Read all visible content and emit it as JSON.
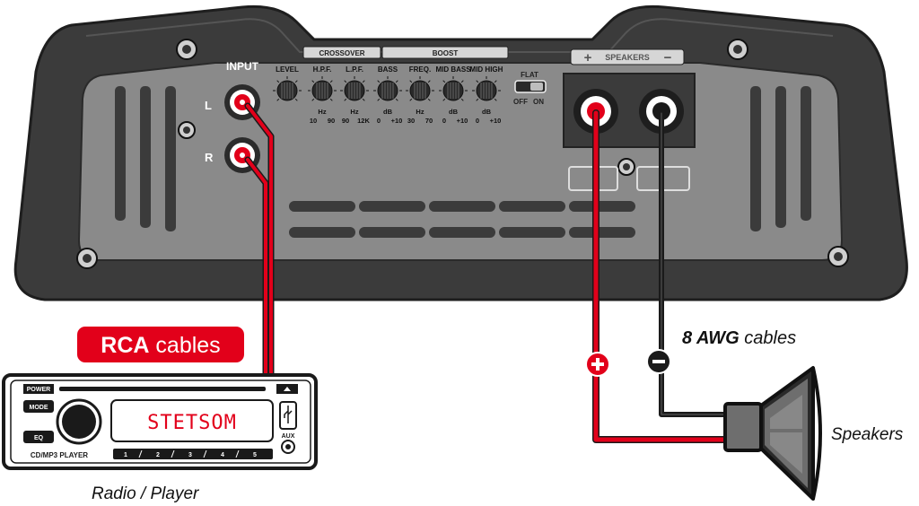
{
  "amplifier": {
    "input_label": "INPUT",
    "channel_left": "L",
    "channel_right": "R",
    "crossover_label": "CROSSOVER",
    "boost_label": "BOOST",
    "knobs": [
      {
        "label": "LEVEL",
        "sub": "",
        "range": [
          "",
          ""
        ]
      },
      {
        "label": "H.P.F.",
        "sub": "Hz",
        "range": [
          "10",
          "90"
        ]
      },
      {
        "label": "L.P.F.",
        "sub": "Hz",
        "range": [
          "90",
          "12K"
        ]
      },
      {
        "label": "BASS",
        "sub": "dB",
        "range": [
          "0",
          "+10"
        ]
      },
      {
        "label": "FREQ.",
        "sub": "Hz",
        "range": [
          "30",
          "70"
        ]
      },
      {
        "label": "MID BASS",
        "sub": "dB",
        "range": [
          "0",
          "+10"
        ]
      },
      {
        "label": "MID HIGH",
        "sub": "dB",
        "range": [
          "0",
          "+10"
        ]
      }
    ],
    "flat_label": "FLAT",
    "flat_off": "OFF",
    "flat_on": "ON",
    "speakers_label": "SPEAKERS",
    "plus_sign": "+",
    "minus_sign": "−"
  },
  "callouts": {
    "rca": {
      "bold": "RCA",
      "rest": " cables"
    },
    "awg": {
      "bold": "8 AWG",
      "rest": " cables"
    },
    "speakers": "Speakers",
    "radio": "Radio / Player"
  },
  "radio": {
    "power": "POWER",
    "mode": "MODE",
    "eq": "EQ",
    "display": "STETSOM",
    "aux": "AUX",
    "model": "CD/MP3 PLAYER",
    "presets": [
      "1",
      "2",
      "3",
      "4",
      "5"
    ]
  },
  "colors": {
    "wire_red": "#e2001a",
    "wire_black": "#1a1a1a",
    "chassis": "#3b3b3b",
    "panel": "#8a8a8a",
    "display_text": "#e2001a"
  }
}
